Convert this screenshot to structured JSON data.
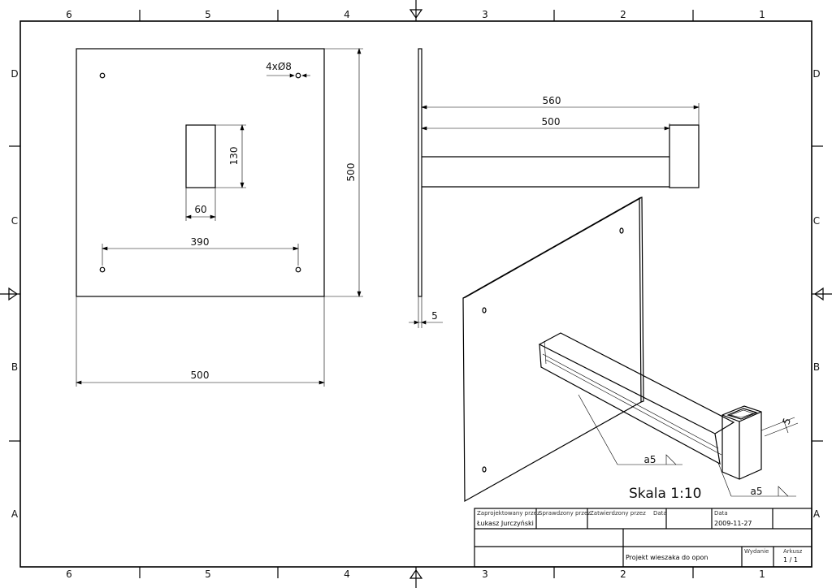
{
  "zones": {
    "columns": [
      "6",
      "5",
      "4",
      "3",
      "2",
      "1"
    ],
    "rows": [
      "D",
      "C",
      "B",
      "A"
    ]
  },
  "front_view": {
    "plate_width": "500",
    "plate_height": "500",
    "hole_spec": "4xØ8",
    "hole_spacing": "390",
    "slot_width": "60",
    "slot_height": "130"
  },
  "side_view": {
    "overall_length": "560",
    "arm_length": "500",
    "plate_thickness": "5"
  },
  "iso_view": {
    "weld_1": "a5",
    "weld_2": "a5",
    "wall_thickness": "5"
  },
  "scale_label": "Skala 1:10",
  "title_block": {
    "designed_by_label": "Zaprojektowany przez",
    "designed_by": "Łukasz Jurczyński",
    "checked_by_label": "Sprawdzony przez",
    "approved_by_label": "Zatwierdzony przez",
    "date_label_1": "Data",
    "date_label_2": "Data",
    "date": "2009-11-27",
    "title": "Projekt wieszaka do opon",
    "edition_label": "Wydanie",
    "sheet_label": "Arkusz",
    "sheet": "1 / 1"
  }
}
